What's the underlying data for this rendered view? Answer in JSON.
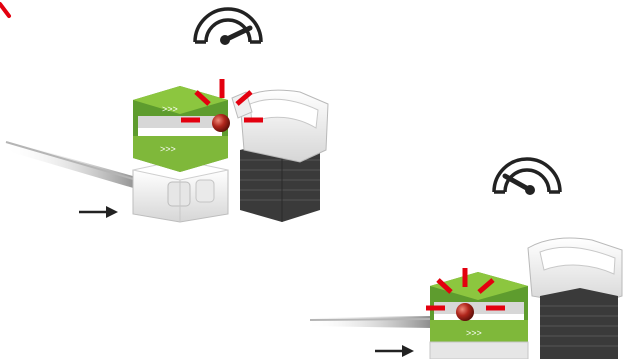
{
  "scene": {
    "gauges": [
      {
        "name": "gauge-fast",
        "level": "high"
      },
      {
        "name": "gauge-slow",
        "level": "low"
      }
    ],
    "colors": {
      "burst": "#e3000f",
      "green_top": "#8cc63f",
      "green_side": "#5e9c2e",
      "ball": "#b0261c",
      "rail": "#9a9a9a",
      "white_block": "#f2f2f2",
      "dark_block": "#3a3a3a",
      "arrow": "#222222"
    },
    "icons": [
      "speedometer-icon",
      "direction-arrow-icon",
      "impact-burst-icon",
      "ball-icon"
    ]
  }
}
